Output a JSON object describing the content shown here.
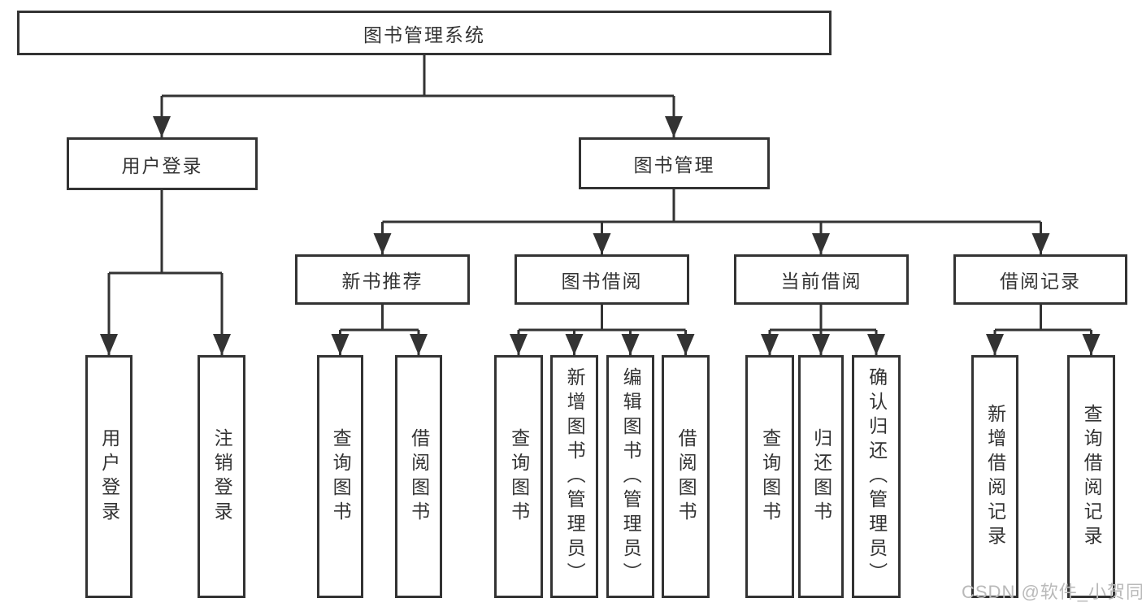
{
  "diagram": {
    "title": "图书管理系统",
    "root": {
      "label": "图书管理系统"
    },
    "branches": [
      {
        "label": "用户登录",
        "children": [
          {
            "label": "用户登录"
          },
          {
            "label": "注销登录"
          }
        ]
      },
      {
        "label": "图书管理",
        "children": [
          {
            "label": "新书推荐",
            "children": [
              {
                "label": "查询图书"
              },
              {
                "label": "借阅图书"
              }
            ]
          },
          {
            "label": "图书借阅",
            "children": [
              {
                "label": "查询图书"
              },
              {
                "label": "新增图书（管理员）"
              },
              {
                "label": "编辑图书（管理员）"
              },
              {
                "label": "借阅图书"
              }
            ]
          },
          {
            "label": "当前借阅",
            "children": [
              {
                "label": "查询图书"
              },
              {
                "label": "归还图书"
              },
              {
                "label": "确认归还（管理员）"
              }
            ]
          },
          {
            "label": "借阅记录",
            "children": [
              {
                "label": "新增借阅记录"
              },
              {
                "label": "查询借阅记录"
              }
            ]
          }
        ]
      }
    ]
  },
  "watermark": {
    "text": "CSDN @软件_小贺同学"
  },
  "colors": {
    "line": "#333333",
    "border": "#333333",
    "text": "#333333",
    "watermark": "#b9b9b9",
    "background": "#ffffff"
  }
}
